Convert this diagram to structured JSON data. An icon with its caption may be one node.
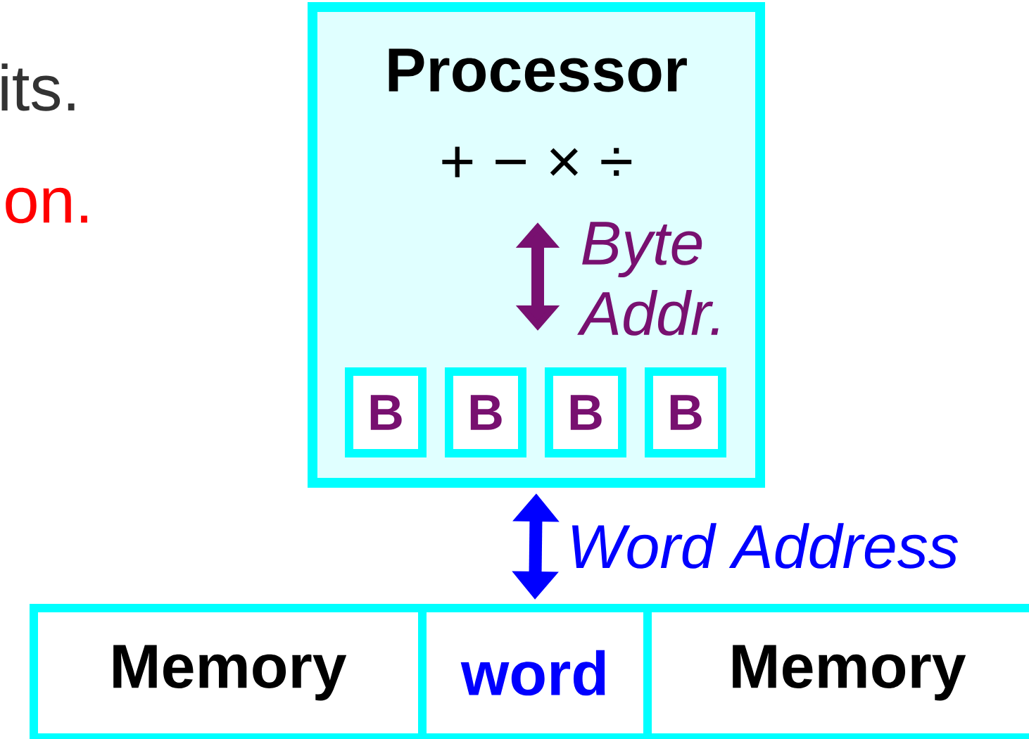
{
  "diagram": {
    "nodes": [
      {
        "text": [
          "Processor",
          "+ − × ÷"
        ]
      },
      {
        "text": [
          "B"
        ],
        "in": 0
      },
      {
        "text": [
          "B"
        ],
        "in": 0
      },
      {
        "text": [
          "B"
        ],
        "in": 0
      },
      {
        "text": [
          "B"
        ],
        "in": 0
      },
      {
        "text": [
          "Memory"
        ]
      },
      {
        "text": [
          "word"
        ]
      },
      {
        "text": [
          "Memory"
        ]
      }
    ],
    "edges": [
      {
        "from": 0,
        "to": 6,
        "arrow": "both",
        "label": "Word Address",
        "color": "#0000ff"
      }
    ],
    "labels": [
      "its.",
      "on.",
      "Byte Addr."
    ]
  }
}
